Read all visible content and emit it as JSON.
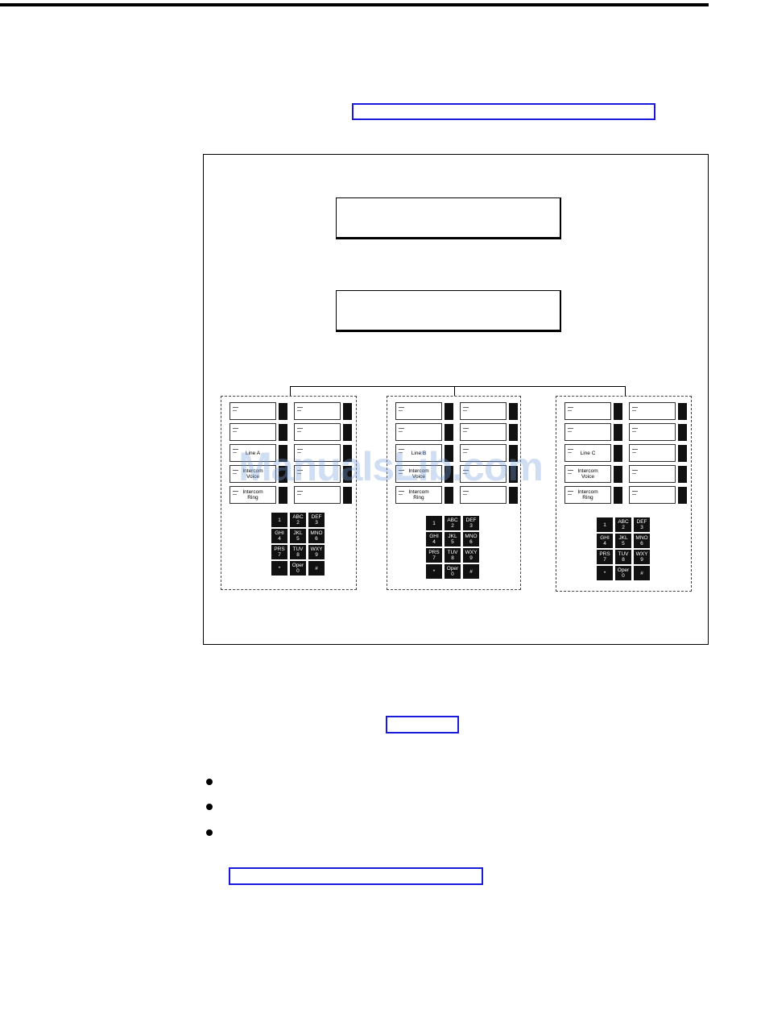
{
  "watermark": "ManualsLib.com",
  "phones": [
    {
      "left": [
        "",
        "",
        "Line A",
        "Intercom\nVoice",
        "Intercom\nRing"
      ],
      "right": [
        "",
        "",
        "",
        "",
        ""
      ]
    },
    {
      "left": [
        "",
        "",
        "Line B",
        "Intercom\nVoice",
        "Intercom\nRing"
      ],
      "right": [
        "",
        "",
        "",
        "",
        ""
      ]
    },
    {
      "left": [
        "",
        "",
        "Line C",
        "Intercom\nVoice",
        "Intercom\nRing"
      ],
      "right": [
        "",
        "",
        "",
        "",
        ""
      ]
    }
  ],
  "keypad": [
    "1",
    "ABC\n2",
    "DEF\n3",
    "GHI\n4",
    "JKL\n5",
    "MNO\n6",
    "PRS\n7",
    "TUV\n8",
    "WXY\n9",
    "*",
    "Oper\n0",
    "#"
  ]
}
